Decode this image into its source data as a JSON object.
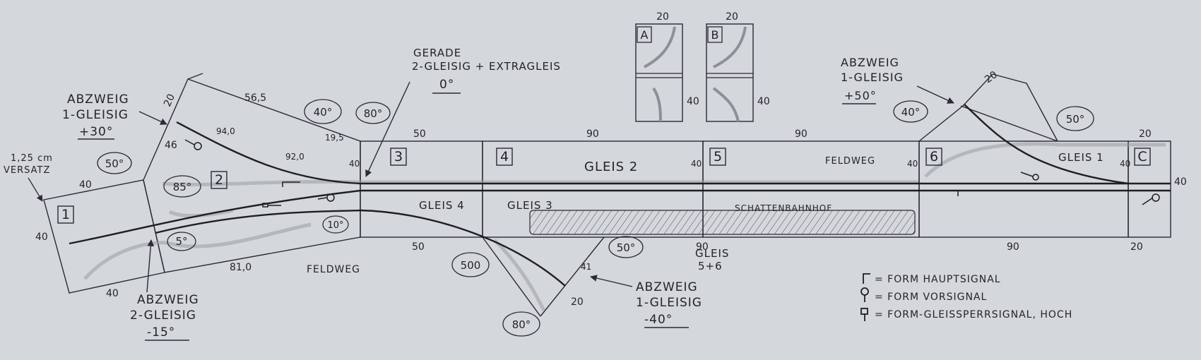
{
  "colors": {
    "paper": "#dadde2",
    "ink": "#2a2b33",
    "pencil": "#8d9096"
  },
  "modules": [
    {
      "id": "m1",
      "label": "1"
    },
    {
      "id": "m2",
      "label": "2"
    },
    {
      "id": "m3",
      "label": "3"
    },
    {
      "id": "m4",
      "label": "4"
    },
    {
      "id": "m5",
      "label": "5"
    },
    {
      "id": "m6",
      "label": "6"
    },
    {
      "id": "mC",
      "label": "C"
    }
  ],
  "insets": [
    {
      "label": "A",
      "top_dim": "20",
      "side_dim": "40"
    },
    {
      "label": "B",
      "top_dim": "20",
      "side_dim": "40"
    }
  ],
  "dimensions": {
    "d_40_left_top": "40",
    "d_40_left_side": "40",
    "d_40_bottom_left": "40",
    "d_20_m2": "20",
    "d_46": "46",
    "d_565": "56,5",
    "d_940": "94,0",
    "d_920": "92,0",
    "d_195": "19,5",
    "d_810": "81,0",
    "d_50_top": "50",
    "d_90_top_a": "90",
    "d_90_top_b": "90",
    "d_20_top_c": "20",
    "d_40_m3": "40",
    "d_40_m5": "40",
    "d_40_m6": "40",
    "d_40_mc_in": "40",
    "d_40_mc_out": "40",
    "d_50_bottom": "50",
    "d_90_bottom_a": "90",
    "d_90_bottom_b": "90",
    "d_20_bottom_c": "20",
    "d_20_right_branch": "20",
    "d_20_lower_branch": "20",
    "d_41": "41"
  },
  "angles": {
    "a_50_left": "50°",
    "a_85": "85°",
    "a_5": "5°",
    "a_40_top": "40°",
    "a_80_top": "80°",
    "a_10": "10°",
    "a_500": "500",
    "a_80_bottom": "80°",
    "a_50_lower": "50°",
    "a_40_right": "40°",
    "a_50_right": "50°"
  },
  "annotations": {
    "versatz_1": "1,25 cm",
    "versatz_2": "VERSATZ",
    "abzweig_30": {
      "l1": "ABZWEIG",
      "l2": "1-GLEISIG",
      "l3": "+30°"
    },
    "gerade": {
      "l1": "GERADE",
      "l2": "2-GLEISIG + EXTRAGLEIS",
      "l3": "0°"
    },
    "abzweig_50": {
      "l1": "ABZWEIG",
      "l2": "1-GLEISIG",
      "l3": "+50°"
    },
    "abzweig_15": {
      "l1": "ABZWEIG",
      "l2": "2-GLEISIG",
      "l3": "-15°"
    },
    "abzweig_40": {
      "l1": "ABZWEIG",
      "l2": "1-GLEISIG",
      "l3": "-40°"
    }
  },
  "track_labels": {
    "gleis2": "GLEIS 2",
    "gleis4": "GLEIS 4",
    "gleis3": "GLEIS 3",
    "gleis1": "GLEIS 1",
    "gleis56_l1": "GLEIS",
    "gleis56_l2": "5+6",
    "feldweg_top": "FELDWEG",
    "feldweg_bottom": "FELDWEG",
    "schattenbahnhof": "SCHATTENBAHNHOF"
  },
  "legend": [
    {
      "symbol": "main-signal",
      "text": "= FORM HAUPTSIGNAL"
    },
    {
      "symbol": "distant-signal",
      "text": "= FORM VORSIGNAL"
    },
    {
      "symbol": "shunt-signal",
      "text": "= FORM-GLEISSPERRSIGNAL, HOCH"
    }
  ]
}
